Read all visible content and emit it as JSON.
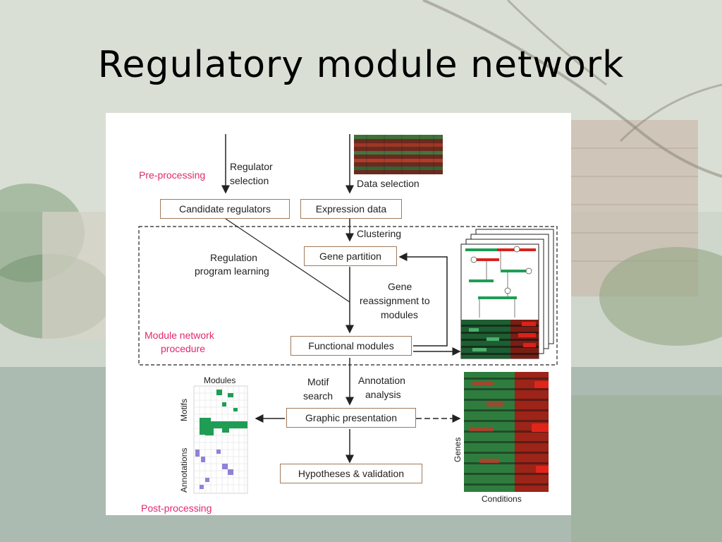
{
  "slide": {
    "title": "Regulatory module network"
  },
  "diagram": {
    "stage_labels": {
      "pre": "Pre-processing",
      "module": "Module network procedure",
      "module_line1": "Module network",
      "module_line2": "procedure",
      "post": "Post-processing"
    },
    "nodes": {
      "candidate": "Candidate regulators",
      "expression": "Expression data",
      "partition": "Gene partition",
      "functional": "Functional modules",
      "graphic": "Graphic presentation",
      "hypotheses": "Hypotheses & validation"
    },
    "edge_labels": {
      "regulator_selection_1": "Regulator",
      "regulator_selection_2": "selection",
      "data_selection": "Data selection",
      "clustering": "Clustering",
      "regulation_1": "Regulation",
      "regulation_2": "program learning",
      "reassign_1": "Gene",
      "reassign_2": "reassignment to",
      "reassign_3": "modules",
      "motif_1": "Motif",
      "motif_2": "search",
      "annot_1": "Annotation",
      "annot_2": "analysis"
    },
    "inset_labels": {
      "modules": "Modules",
      "motifs": "Motifs",
      "annotations": "Annotations",
      "genes": "Genes",
      "conditions": "Conditions"
    },
    "colors": {
      "pink": "#e0286e",
      "box_border": "#a07a5a",
      "green": "#1f9d55",
      "red": "#d8231c"
    }
  }
}
